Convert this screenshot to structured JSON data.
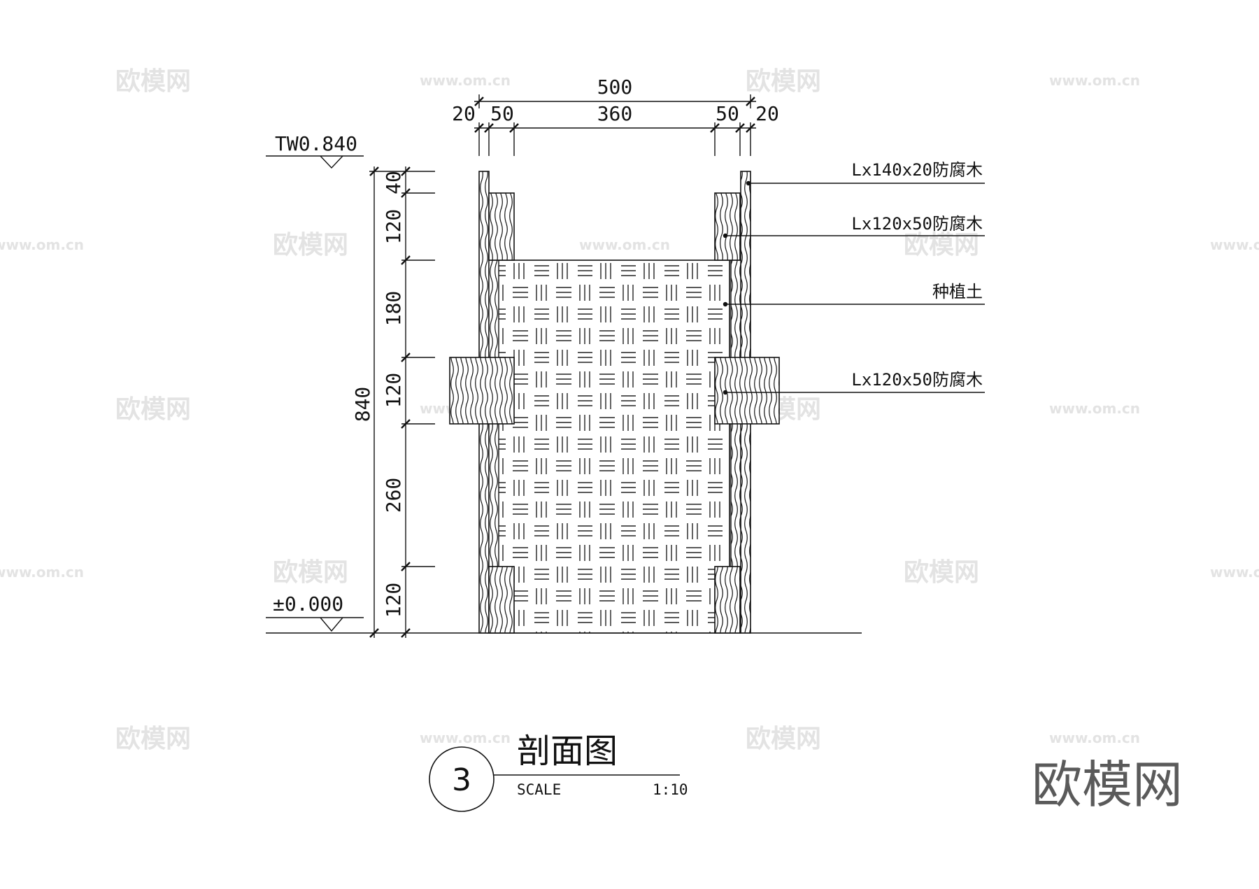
{
  "top_dims": {
    "overall": "500",
    "segments": [
      "20",
      "50",
      "360",
      "50",
      "20"
    ]
  },
  "levels": {
    "top": "TW0.840",
    "bottom": "±0.000"
  },
  "left_dims": {
    "overall": "840",
    "segments": [
      "40",
      "120",
      "180",
      "120",
      "260",
      "120"
    ]
  },
  "callouts": [
    "Lx140x20防腐木",
    "Lx120x50防腐木",
    "种植土",
    "Lx120x50防腐木"
  ],
  "title_block": {
    "number": "3",
    "title": "剖面图",
    "scale_label": "SCALE",
    "scale_value": "1:10"
  },
  "watermarks": {
    "brand": "欧模网",
    "site": "www.om.cn"
  }
}
